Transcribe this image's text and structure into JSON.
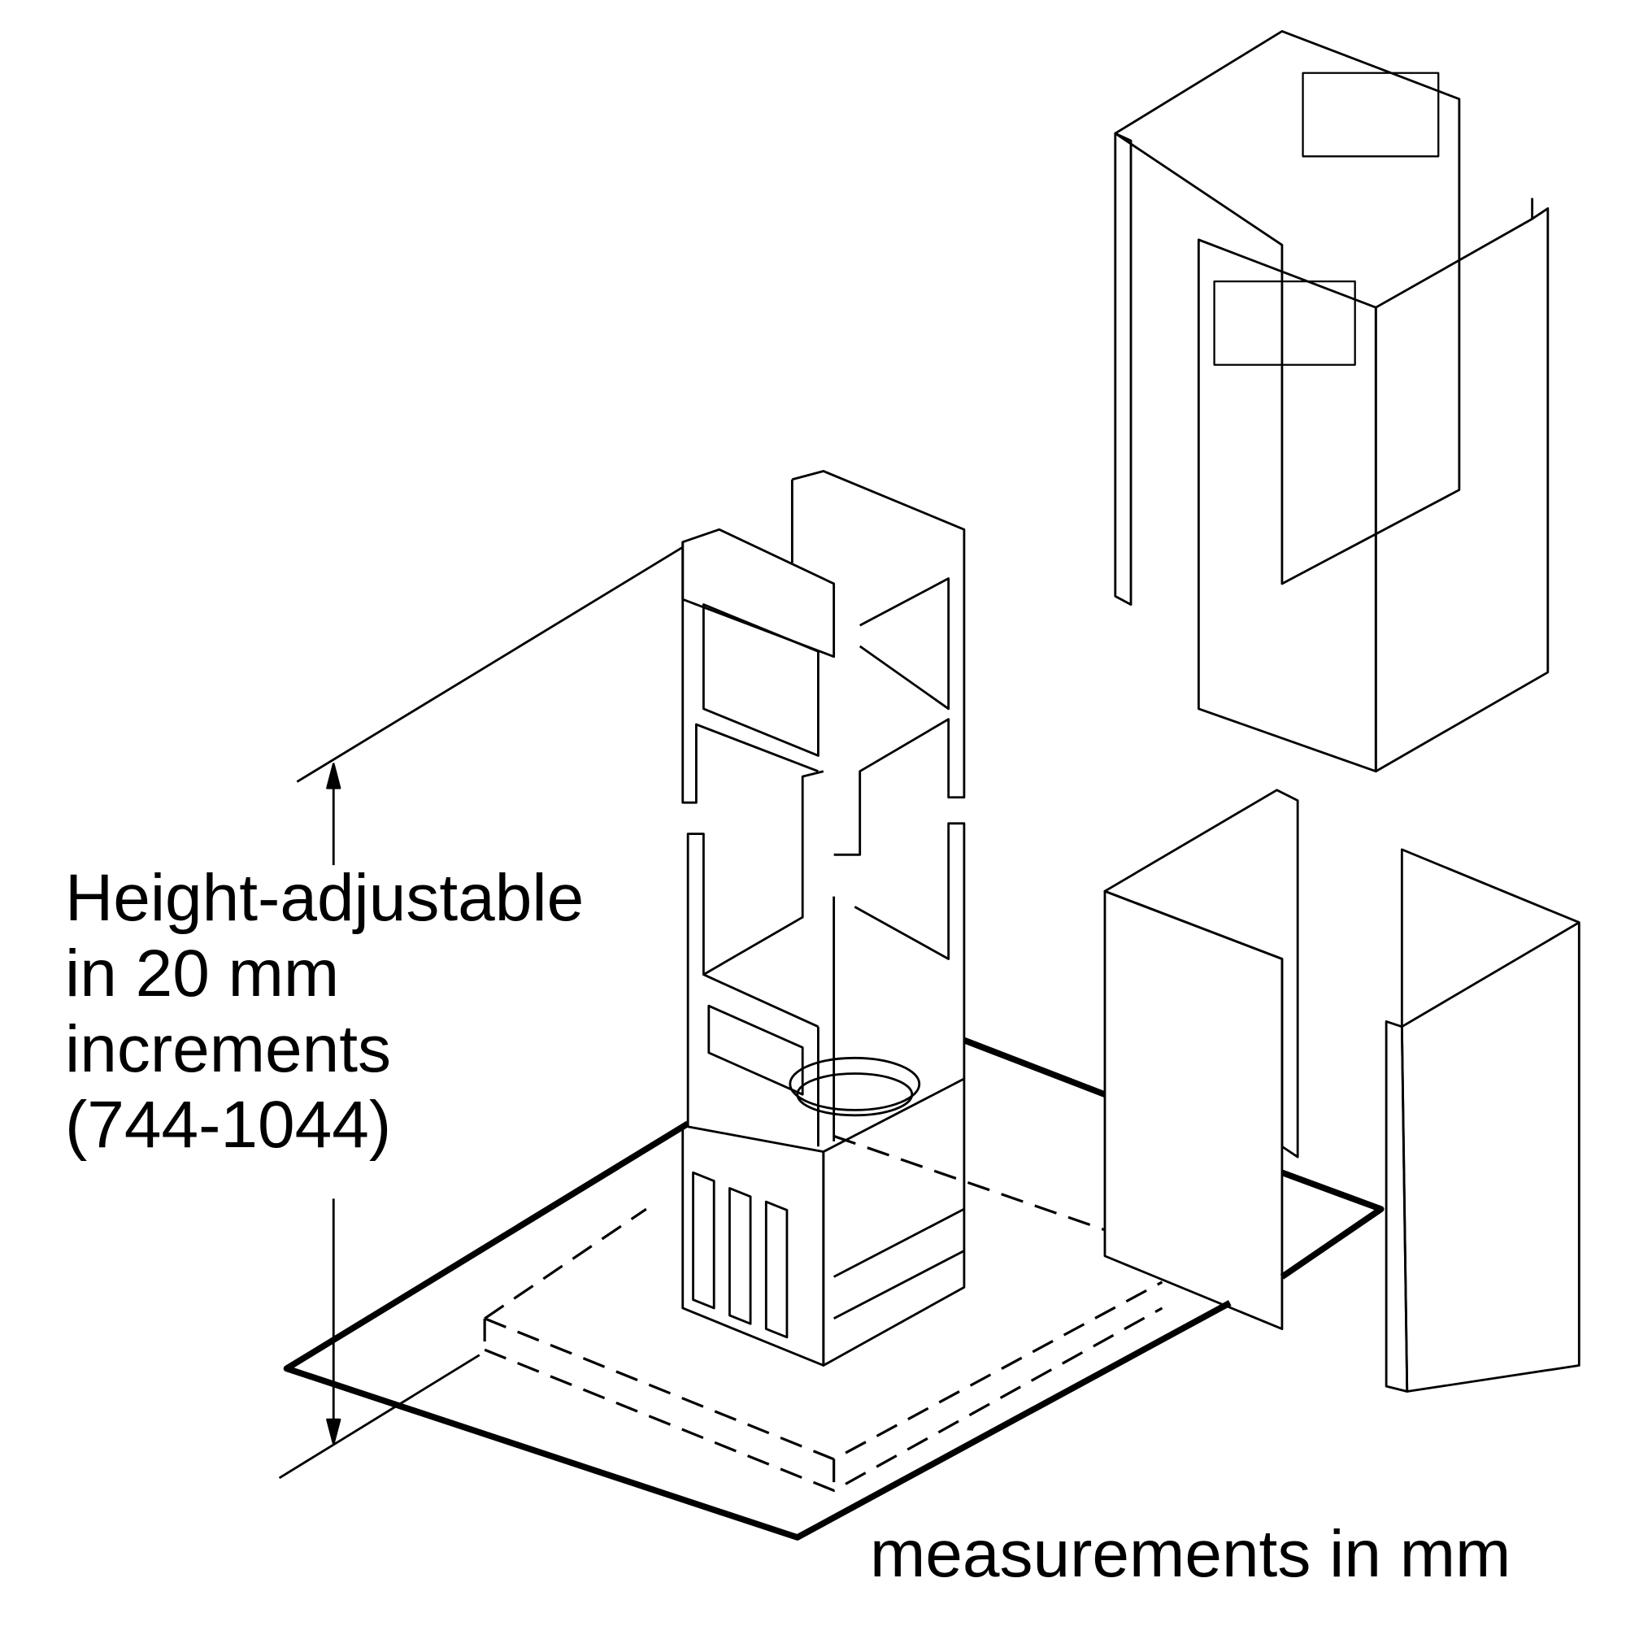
{
  "annotation": {
    "lines": [
      "Height-adjustable",
      "in 20 mm",
      "increments",
      "(744-1044)"
    ]
  },
  "units_note": "measurements in mm",
  "colors": {
    "ink": "#000000",
    "background": "#ffffff"
  }
}
